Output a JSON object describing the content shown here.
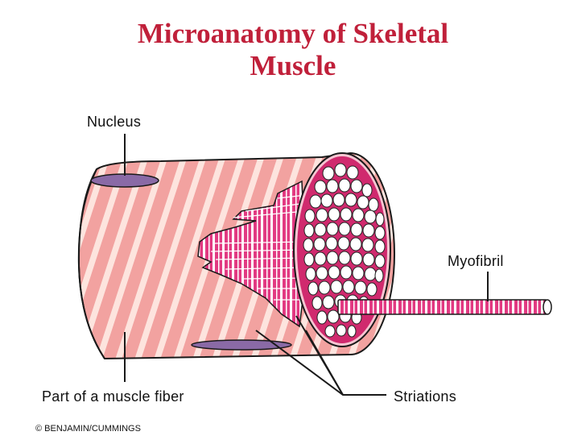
{
  "title": {
    "line1": "Microanatomy of Skeletal",
    "line2": "Muscle"
  },
  "labels": {
    "nucleus": "Nucleus",
    "myofibril": "Myofibril",
    "fiber": "Part of a muscle fiber",
    "striations": "Striations"
  },
  "copyright": "© BENJAMIN/CUMMINGS",
  "colors": {
    "title": "#c0203a",
    "sarcolemma_pink": "#f2a2a0",
    "sarcolemma_stripe": "#fde4de",
    "myofibril_magenta": "#e23a82",
    "nucleus_purple": "#8a6aa6"
  }
}
